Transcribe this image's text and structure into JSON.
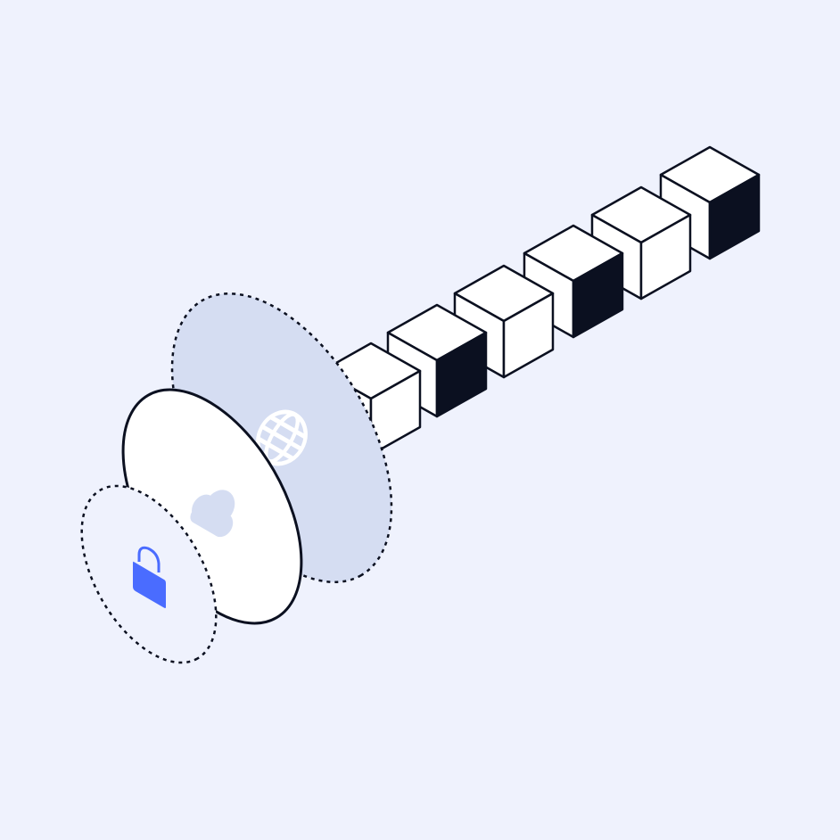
{
  "illustration": {
    "colors": {
      "background": "#eff2fd",
      "outline": "#0b1020",
      "disc_back_fill": "#d5ddf2",
      "disc_middle_fill": "#ffffff",
      "cube_face": "#ffffff",
      "cube_dark_face": "#0b1020",
      "lock": "#4a6cff",
      "cloud": "#d5ddf2",
      "globe": "#ffffff"
    },
    "cubes": [
      {
        "dark_face": false
      },
      {
        "dark_face": true
      },
      {
        "dark_face": false
      },
      {
        "dark_face": true
      },
      {
        "dark_face": false
      },
      {
        "dark_face": true
      }
    ],
    "layers": [
      {
        "icon": "globe-icon",
        "border": "dashed"
      },
      {
        "icon": "cloud-icon",
        "border": "solid"
      },
      {
        "icon": "lock-icon",
        "border": "dashed"
      }
    ]
  }
}
